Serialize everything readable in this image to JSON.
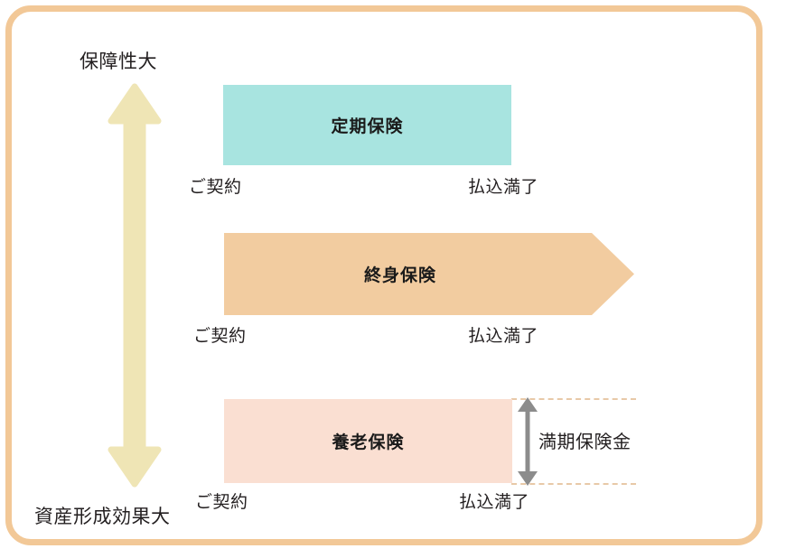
{
  "diagram": {
    "frame_color": "#F2C897",
    "axis": {
      "top_label": "保障性大",
      "bottom_label": "資産形成効果大",
      "arrow_color": "#EFE5B5",
      "arrow_name": "double-headed-vertical-arrow"
    },
    "rows": [
      {
        "id": "term",
        "bar_label": "定期保険",
        "bar_color": "#A8E4E0",
        "shape": "rectangle",
        "start_caption": "ご契約",
        "end_caption": "払込満了"
      },
      {
        "id": "whole-life",
        "bar_label": "終身保険",
        "bar_color": "#F2CCA0",
        "shape": "arrow",
        "start_caption": "ご契約",
        "end_caption": "払込満了"
      },
      {
        "id": "endowment",
        "bar_label": "養老保険",
        "bar_color": "#FADFD2",
        "shape": "rectangle",
        "start_caption": "ご契約",
        "end_caption": "払込満了"
      }
    ],
    "annotation": {
      "label": "満期保険金",
      "arrow_color": "#8C8C8C",
      "guide_color": "#E8C9A8",
      "guide_style": "dashed"
    }
  }
}
